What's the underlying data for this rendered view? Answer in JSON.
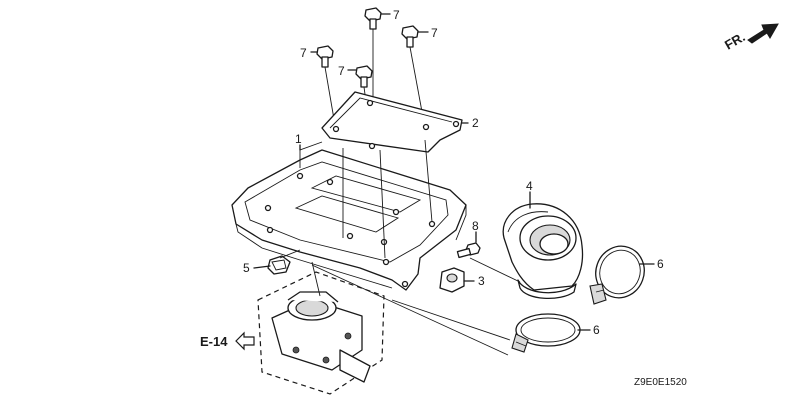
{
  "callouts": {
    "bolt_1": "7",
    "bolt_2": "7",
    "bolt_3": "7",
    "bolt_4": "7",
    "cover_plate": "2",
    "base_plate": "1",
    "elbow_duct": "4",
    "bolt_8": "8",
    "grommet": "3",
    "clip": "5",
    "band_upper": "6",
    "band_lower": "6"
  },
  "reference": "E-14",
  "direction_label": "FR.",
  "diagram_code": "Z9E0E1520"
}
